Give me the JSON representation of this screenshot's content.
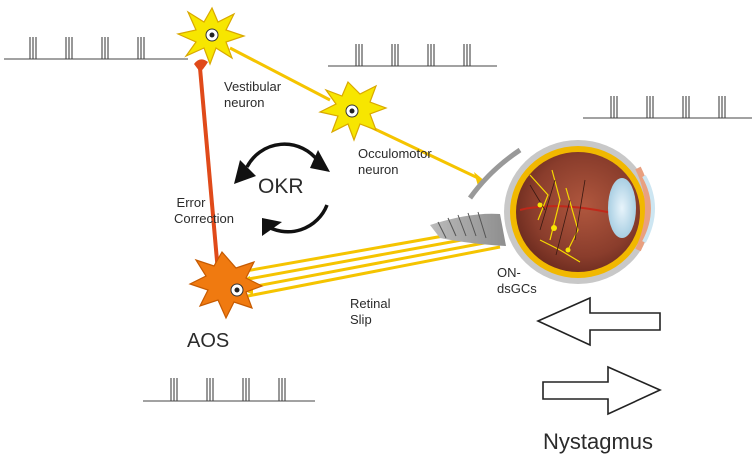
{
  "labels": {
    "vestibular_line1": "Vestibular",
    "vestibular_line2": "neuron",
    "occulomotor_line1": "Occulomotor",
    "occulomotor_line2": "neuron",
    "okr": "OKR",
    "error_line1": "Error",
    "error_line2": "Correction",
    "aos": "AOS",
    "retinal_line1": "Retinal",
    "retinal_line2": "Slip",
    "ondsgc_line1": "ON-",
    "ondsgc_line2": "dsGCs",
    "nystagmus": "Nystagmus"
  },
  "colors": {
    "neuron_yellow": "#f7e600",
    "axon_yellow": "#f5c400",
    "aos_orange": "#f07a10",
    "error_red": "#e04a1a",
    "eye_retina": "#8a3d2c",
    "eye_sclera": "#c8c8c8"
  },
  "spike_trains": [
    {
      "id": "top-left",
      "spikes": 4
    },
    {
      "id": "top-middle",
      "spikes": 4
    },
    {
      "id": "right",
      "spikes": 4
    },
    {
      "id": "bottom",
      "spikes": 4
    }
  ],
  "arrows": [
    {
      "id": "nystagmus-left-arrow",
      "direction": "left"
    },
    {
      "id": "nystagmus-right-arrow",
      "direction": "right"
    }
  ]
}
